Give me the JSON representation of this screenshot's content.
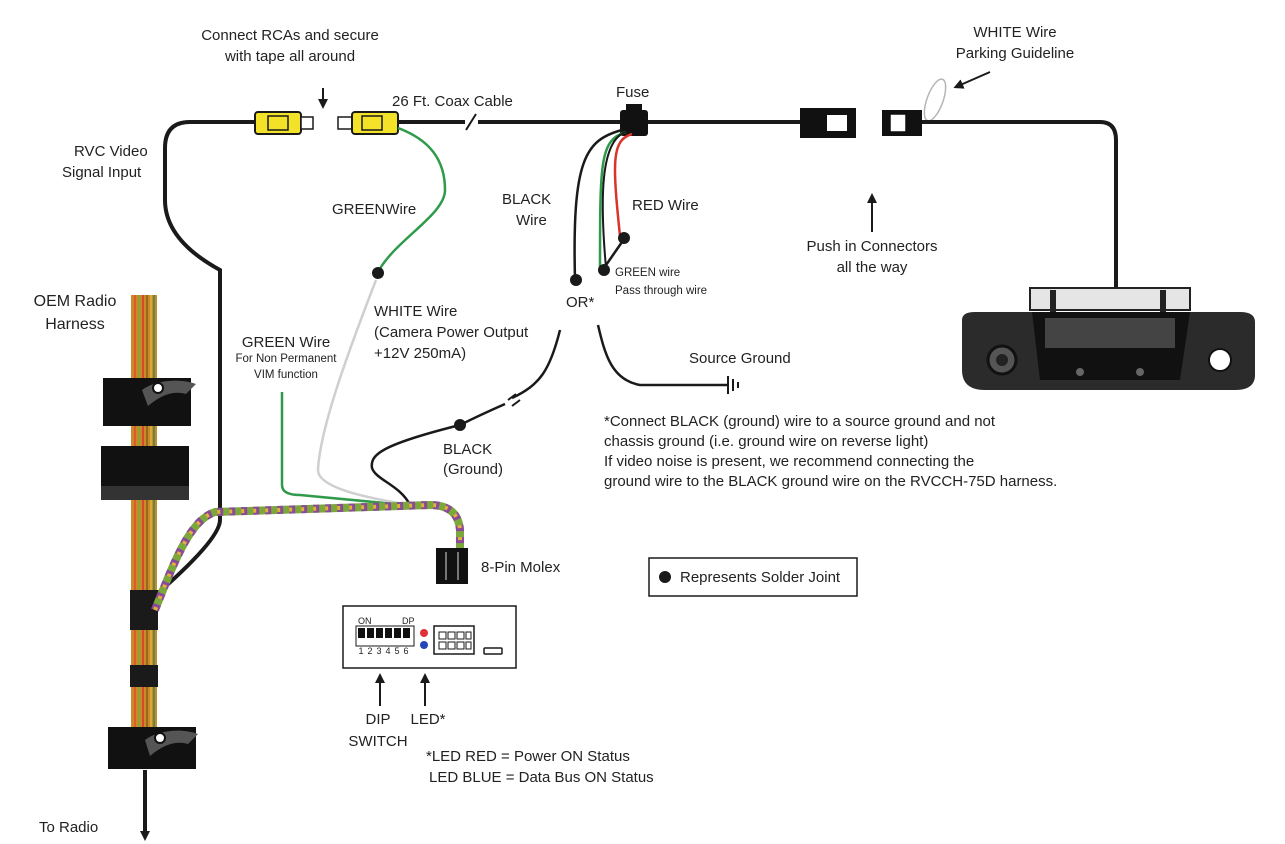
{
  "labels": {
    "connect_rcas_1": "Connect RCAs and secure",
    "connect_rcas_2": "with tape all around",
    "coax_cable": "26 Ft. Coax Cable",
    "fuse": "Fuse",
    "white_wire_parking_1": "WHITE Wire",
    "white_wire_parking_2": "Parking Guideline",
    "rvc_video_1": "RVC Video",
    "rvc_video_2": "Signal Input",
    "green_wire_top": "GREENWire",
    "black_wire_1": "BLACK",
    "black_wire_2": "Wire",
    "red_wire": "RED Wire",
    "green_pass_1": "GREEN wire",
    "green_pass_2": "Pass through wire",
    "or": "OR*",
    "push_in_1": "Push in Connectors",
    "push_in_2": "all the way",
    "oem_radio_1": "OEM Radio",
    "oem_radio_2": "Harness",
    "green_wire_vim_1": "GREEN Wire",
    "green_wire_vim_2": "For Non Permanent",
    "green_wire_vim_3": "VIM function",
    "white_power_1": "WHITE Wire",
    "white_power_2": "(Camera Power Output",
    "white_power_3": "+12V 250mA)",
    "source_ground": "Source Ground",
    "note_1": "*Connect BLACK (ground) wire to a source ground and not",
    "note_2": "chassis ground (i.e. ground wire on reverse light)",
    "note_3": "If video noise is present, we recommend connecting the",
    "note_4": "ground wire to the BLACK ground wire on the RVCCH-75D harness.",
    "black_ground_1": "BLACK",
    "black_ground_2": "(Ground)",
    "molex": "8-Pin Molex",
    "legend_solder": "Represents Solder Joint",
    "dip_on": "ON",
    "dip_dp": "DP",
    "dip_numbers": [
      "1",
      "2",
      "3",
      "4",
      "5",
      "6"
    ],
    "dip_switch_1": "DIP",
    "dip_switch_2": "SWITCH",
    "led": "LED*",
    "led_note_1": "*LED RED = Power ON Status",
    "led_note_2": "LED BLUE = Data Bus ON Status",
    "to_radio": "To Radio"
  },
  "colors": {
    "wire_black": "#1a1a1a",
    "wire_green": "#2e9a4a",
    "wire_red": "#d8342a",
    "wire_white": "#cfcfcf",
    "rca_yellow": "#f3e227",
    "harness_orange": "#c98a2a",
    "led_red": "#e0303a",
    "led_blue": "#2447b8"
  }
}
